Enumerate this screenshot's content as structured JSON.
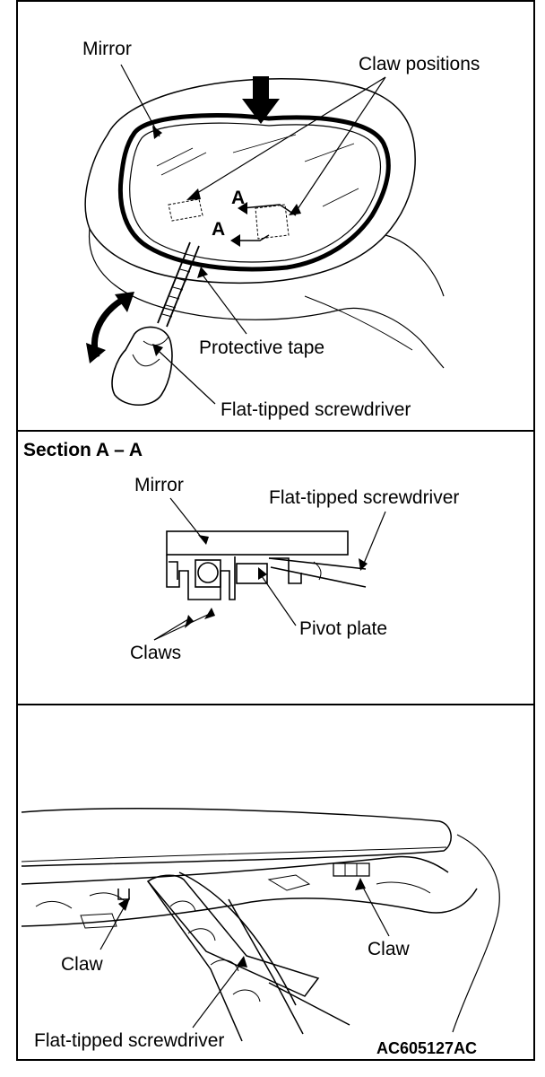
{
  "panel1": {
    "mirror": "Mirror",
    "claw_positions": "Claw positions",
    "section_a_upper": "A",
    "section_a_lower": "A",
    "protective_tape": "Protective tape",
    "screwdriver": "Flat-tipped screwdriver"
  },
  "panel2": {
    "title": "Section A – A",
    "mirror": "Mirror",
    "screwdriver": "Flat-tipped screwdriver",
    "pivot_plate": "Pivot plate",
    "claws": "Claws"
  },
  "panel3": {
    "claw_left": "Claw",
    "claw_right": "Claw",
    "screwdriver": "Flat-tipped screwdriver",
    "figure_code": "AC605127AC"
  }
}
